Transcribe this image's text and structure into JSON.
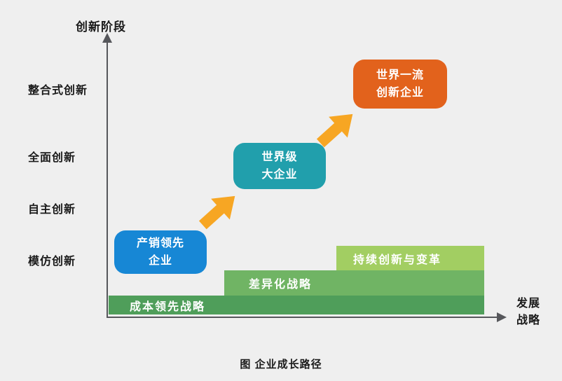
{
  "caption": "图 企业成长路径",
  "y_axis": {
    "title": "创新阶段",
    "labels": [
      "整合式创新",
      "全面创新",
      "自主创新",
      "模仿创新"
    ]
  },
  "x_axis": {
    "title_line1": "发展",
    "title_line2": "战略"
  },
  "boxes": [
    {
      "line1": "产销领先",
      "line2": "企业",
      "color": "#1787d5"
    },
    {
      "line1": "世界级",
      "line2": "大企业",
      "color": "#219fac"
    },
    {
      "line1": "世界一流",
      "line2": "创新企业",
      "color": "#e2621c"
    }
  ],
  "bars": [
    {
      "label": "成本领先战略",
      "color": "#4f9e5a"
    },
    {
      "label": "差异化战略",
      "color": "#70b464"
    },
    {
      "label": "持续创新与变革",
      "color": "#a2ce62"
    }
  ],
  "arrow_color": "#f7a623",
  "background_color": "#efefef"
}
